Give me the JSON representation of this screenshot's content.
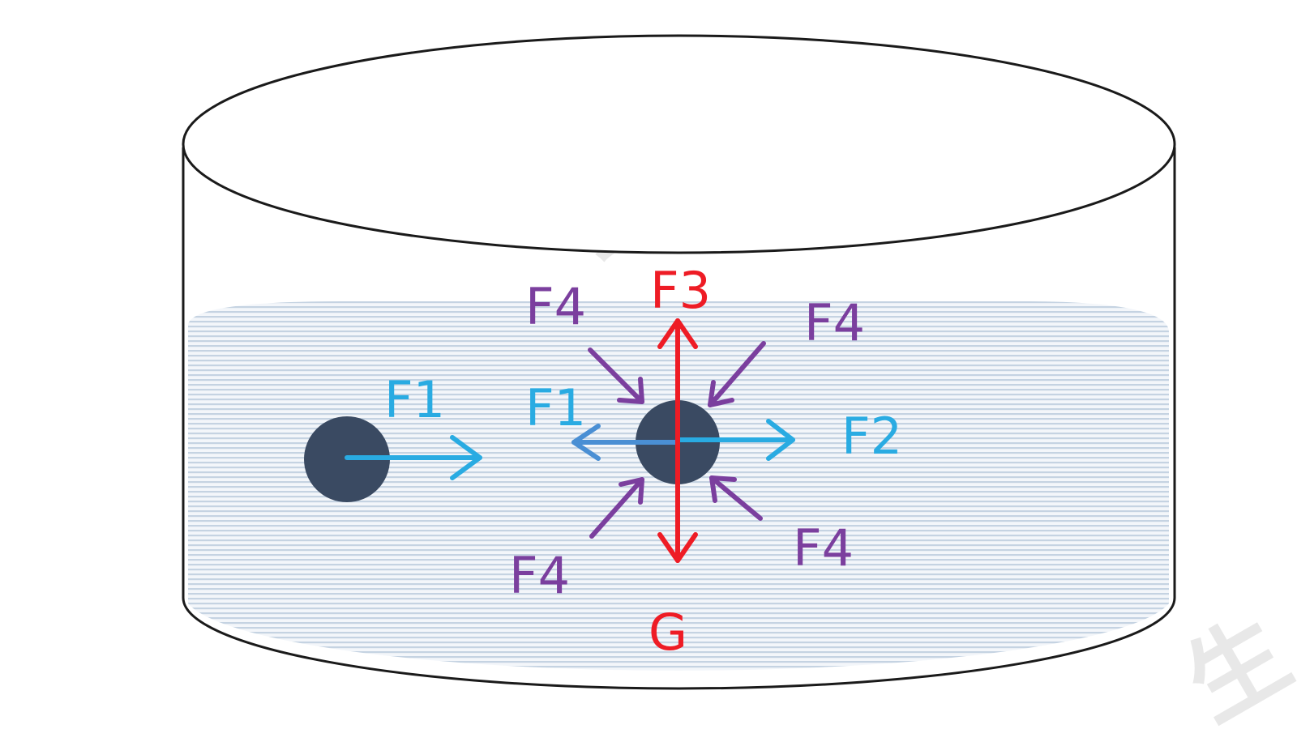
{
  "colors": {
    "water_stripe": "#c5d3e2",
    "water_base": "#f3f6fa",
    "outline": "#1a1a1a",
    "ball": "#3a4a62",
    "f1": "#29abe2",
    "f1_left": "#4a8fd4",
    "f2": "#29abe2",
    "f3": "#ee1c25",
    "f4": "#7b3f9e",
    "g": "#ee1c25",
    "watermark": "#e8e8e8"
  },
  "labels": {
    "f1_left_ball": "F1",
    "f1_center": "F1",
    "f2": "F2",
    "f3": "F3",
    "g": "G",
    "f4_top_left": "F4",
    "f4_top_right": "F4",
    "f4_bottom_left": "F4",
    "f4_bottom_right": "F4"
  },
  "watermark": {
    "text_top": "云",
    "text_bottom": "生"
  }
}
